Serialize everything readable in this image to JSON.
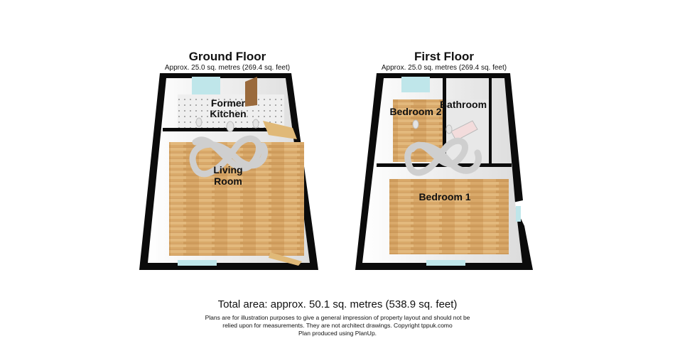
{
  "ground_floor": {
    "title": "Ground Floor",
    "area": "Approx. 25.0 sq. metres (269.4 sq. feet)",
    "rooms": {
      "kitchen_line1": "Former",
      "kitchen_line2": "Kitchen",
      "living_line1": "Living",
      "living_line2": "Room"
    }
  },
  "first_floor": {
    "title": "First Floor",
    "area": "Approx. 25.0 sq. metres (269.4 sq. feet)",
    "rooms": {
      "bedroom2": "Bedroom 2",
      "bathroom": "Bathroom",
      "bedroom1": "Bedroom 1"
    }
  },
  "footer": {
    "total_area": "Total area: approx. 50.1 sq. metres (538.9 sq. feet)",
    "disclaimer_line1": "Plans are for illustration purposes to give a general impression of property layout and should not be",
    "disclaimer_line2": "relied upon for measurements. They are not architect drawings.  Copyright tppuk.como",
    "disclaimer_line3": "Plan produced using PlanUp."
  },
  "colors": {
    "wall": "#0b0b0b",
    "floor_wood": "#d9a96a",
    "tile": "#efefef",
    "window": "#bfe6ea"
  }
}
